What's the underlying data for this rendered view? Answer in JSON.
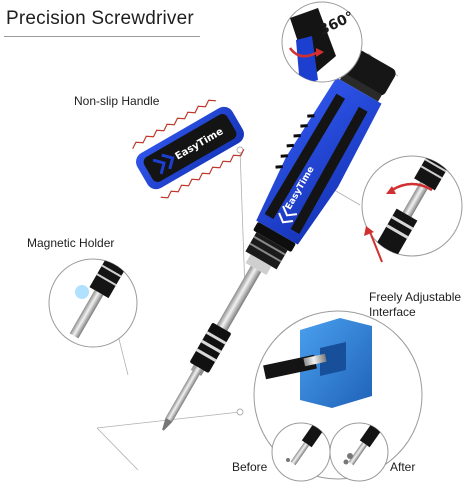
{
  "title": "Precision Screwdriver",
  "labels": {
    "non_slip_handle": "Non-slip Handle",
    "magnetic_holder": "Magnetic Holder",
    "freely_adjustable_line1": "Freely Adjustable",
    "freely_adjustable_line2": "Interface",
    "before": "Before",
    "after": "After",
    "rotation": "360°",
    "brand": "EasyTime"
  },
  "colors": {
    "handle_blue": "#1d3fd0",
    "rubber_black": "#141414",
    "metal": "#c8c8c8",
    "magnetizer_blue": "#2d7fd6",
    "callout_red": "#d23030"
  }
}
